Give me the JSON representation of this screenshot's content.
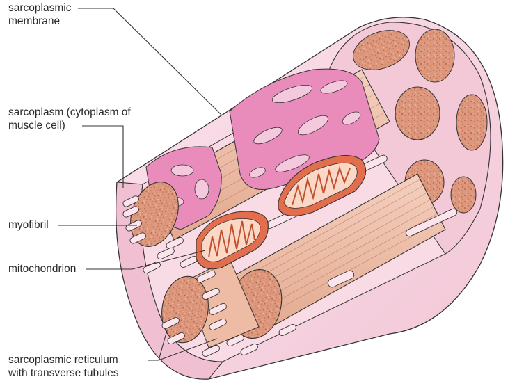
{
  "labels": {
    "sarcoplasmic_membrane": [
      "sarcoplasmic",
      "membrane"
    ],
    "sarcoplasm": [
      "sarcoplasm (cytoplasm of",
      "muscle cell)"
    ],
    "myofibril": "myofibril",
    "mitochondrion": "mitochondrion",
    "sarcoplasmic_reticulum": [
      "sarcoplasmic reticulum",
      "with transverse tubules"
    ]
  },
  "colors": {
    "outline": "#333333",
    "membrane_pink": "#f6d2df",
    "membrane_dark": "#eab7ca",
    "reticulum_magenta": "#e884b8",
    "myofibril_cut": "#d98f72",
    "myofibril_body": "#f1c3ad",
    "mitochondrion": "#e36e4e"
  }
}
